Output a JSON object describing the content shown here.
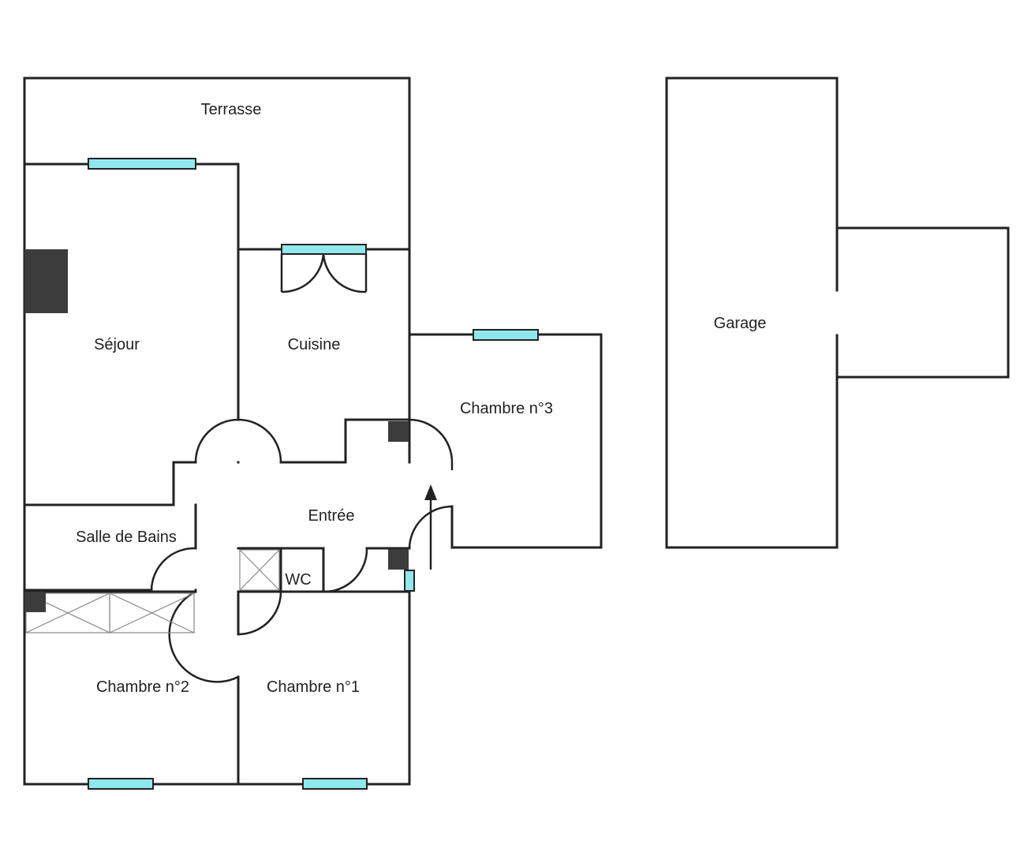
{
  "colors": {
    "wall": "#222222",
    "window": "#8ee8ee",
    "fixture": "#3c3c3c",
    "closet": "#888888"
  },
  "rooms": {
    "terrasse": "Terrasse",
    "sejour": "Séjour",
    "cuisine": "Cuisine",
    "chambre3": "Chambre n°3",
    "entree": "Entrée",
    "salle_de_bains": "Salle de Bains",
    "wc": "WC",
    "chambre2": "Chambre n°2",
    "chambre1": "Chambre n°1",
    "garage": "Garage"
  }
}
